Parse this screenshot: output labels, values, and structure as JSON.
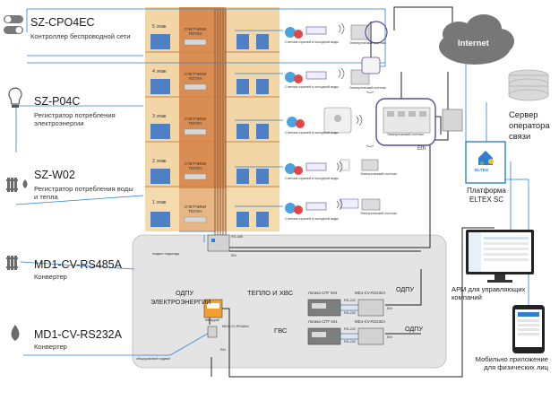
{
  "devices": [
    {
      "id": "sz-cpo4ec",
      "title": "SZ-CPO4EC",
      "desc": "Контроллер беспроводной сети"
    },
    {
      "id": "sz-p04c",
      "title": "SZ-P04C",
      "desc": "Регистратор потребления электроэнергии"
    },
    {
      "id": "sz-w02",
      "title": "SZ-W02",
      "desc": "Регистратор потребления воды и тепла"
    },
    {
      "id": "md1-rs485",
      "title": "MD1-CV-RS485A",
      "desc": "Конвертер"
    },
    {
      "id": "md1-rs232",
      "title": "MD1-CV-RS232A",
      "desc": "Конвертер"
    }
  ],
  "building": {
    "floors": [
      {
        "label": "5 этаж",
        "counters": "СЧЕТЧИКИ ТЕПЛА"
      },
      {
        "label": "4 этаж",
        "counters": "СЧЕТЧИКИ ТЕПЛА"
      },
      {
        "label": "3 этаж",
        "counters": "СЧЕТЧИКИ ТЕПЛА"
      },
      {
        "label": "2 этаж",
        "counters": "СЧЕТЧИКИ ТЕПЛА"
      },
      {
        "label": "1 этаж",
        "counters": "СЧЕТЧИКИ ТЕПЛА"
      }
    ],
    "basement": "подвал подъезда",
    "common_basement": "общедомовой подвал",
    "rs485_tag": "RS-485",
    "eth_tag": "Eth"
  },
  "meter_labels": {
    "water": "Счетчик горячей и холодной воды",
    "power": "Электрический счетчик",
    "sensor": "SZ-W02",
    "panel": "SZ-P04C",
    "gateway_eth": "Eth"
  },
  "odpu_left": {
    "title_1": "ОДПУ",
    "title_2": "ЭЛЕКТРОЭНЕРГИИ",
    "converter": "MD1-CV-RS485A",
    "eth": "Eth",
    "device": "Меркурий"
  },
  "heat_top": {
    "title": "ТЕПЛО И ХВС",
    "logic": "Логика СПГ 944",
    "converter": "MD1-CV-RS232A",
    "rs1": "RS-232",
    "rs2": "RS-232",
    "eth": "Eth",
    "odpu": "ОДПУ"
  },
  "heat_bottom": {
    "title": "ГВС",
    "logic": "Логика СПТ 941",
    "converter": "MD1-CV-RS232A",
    "rs1": "RS-232",
    "rs2": "RS-232",
    "eth": "Eth",
    "odpu": "ОДПУ"
  },
  "internet": "Internet",
  "server": "Сервер оператора связи",
  "platform": {
    "logo": "ELTEX",
    "label": "Платформа ELTEX SC"
  },
  "arm": "АРМ для управляющих компаний",
  "mobile": "Мобильно приложение для физических лиц",
  "colors": {
    "line_blue": "#2e7fd3",
    "line_dark": "#222222",
    "building_orange": "#e6a86e",
    "building_beige": "#f3d6a6",
    "window": "#4f7fc4",
    "basement_gray": "#e4e4e4",
    "accent_purple": "#5a4a9a"
  }
}
